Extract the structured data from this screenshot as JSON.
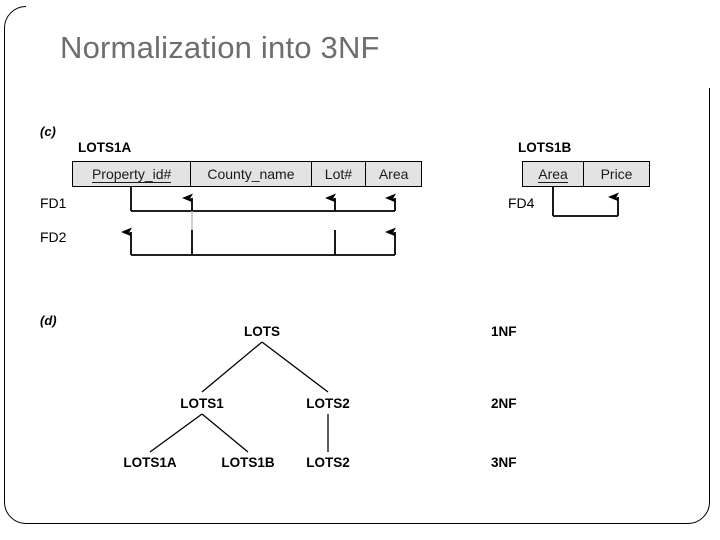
{
  "slide": {
    "title": "Normalization into 3NF",
    "title_color": "#6e6e6e",
    "frame_color": "#000000",
    "background": "#ffffff"
  },
  "parts": {
    "c_label": "(c)",
    "d_label": "(d)"
  },
  "relations": [
    {
      "id": "lots1a",
      "name": "LOTS1A",
      "columns": [
        {
          "label": "Property_id#",
          "primary_key": true
        },
        {
          "label": "County_name",
          "primary_key": false
        },
        {
          "label": "Lot#",
          "primary_key": false
        },
        {
          "label": "Area",
          "primary_key": false
        }
      ],
      "dependencies": [
        {
          "label": "FD1",
          "determinant": "Property_id#",
          "dependents": [
            "County_name",
            "Lot#",
            "Area"
          ]
        },
        {
          "label": "FD2",
          "determinant": "County_name, Lot#",
          "dependents": [
            "Property_id#",
            "Area"
          ]
        }
      ]
    },
    {
      "id": "lots1b",
      "name": "LOTS1B",
      "columns": [
        {
          "label": "Area",
          "primary_key": true
        },
        {
          "label": "Price",
          "primary_key": false
        }
      ],
      "dependencies": [
        {
          "label": "FD4",
          "determinant": "Area",
          "dependents": [
            "Price"
          ]
        }
      ]
    }
  ],
  "decomposition_tree": {
    "levels": [
      {
        "normal_form": "1NF",
        "nodes": [
          "LOTS"
        ]
      },
      {
        "normal_form": "2NF",
        "nodes": [
          "LOTS1",
          "LOTS2"
        ]
      },
      {
        "normal_form": "3NF",
        "nodes": [
          "LOTS1A",
          "LOTS1B",
          "LOTS2"
        ]
      }
    ],
    "nodes": {
      "root": "LOTS",
      "level2_left": "LOTS1",
      "level2_right": "LOTS2",
      "level3_a": "LOTS1A",
      "level3_b": "LOTS1B",
      "level3_c": "LOTS2"
    },
    "edges": [
      [
        "LOTS",
        "LOTS1"
      ],
      [
        "LOTS",
        "LOTS2"
      ],
      [
        "LOTS1",
        "LOTS1A"
      ],
      [
        "LOTS1",
        "LOTS1B"
      ],
      [
        "LOTS2",
        "LOTS2"
      ]
    ],
    "nf_labels": {
      "first": "1NF",
      "second": "2NF",
      "third": "3NF"
    }
  }
}
